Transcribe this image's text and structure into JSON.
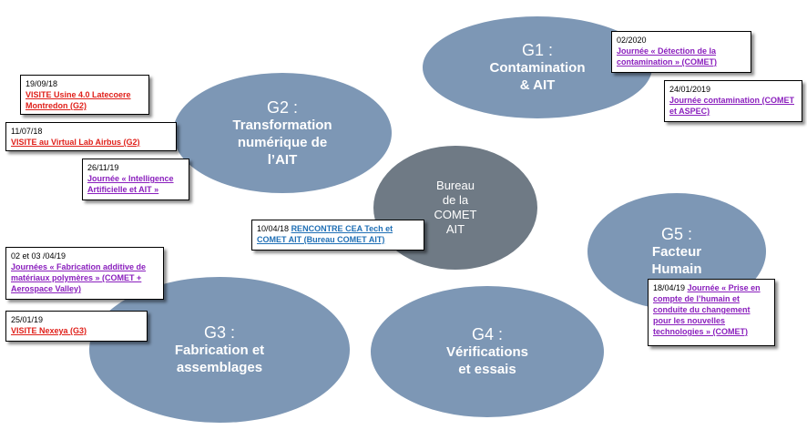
{
  "groups": {
    "g1": {
      "code": "G1 :",
      "title_line1": "Contamination",
      "title_line2": "& AIT"
    },
    "g2": {
      "code": "G2 :",
      "title_line1": "Transformation",
      "title_line2": "numérique de",
      "title_line3": "l’AIT"
    },
    "g3": {
      "code": "G3 :",
      "title_line1": "Fabrication et",
      "title_line2": "assemblages"
    },
    "g4": {
      "code": "G4 :",
      "title_line1": "Vérifications",
      "title_line2": "et essais"
    },
    "g5": {
      "code": "G5 :",
      "title_line1": "Facteur",
      "title_line2": "Humain"
    }
  },
  "bureau": {
    "line1": "Bureau",
    "line2": "de la",
    "line3": "COMET",
    "line4": "AIT"
  },
  "notes": {
    "n1": {
      "date": "19/09/18",
      "text": "VISITE Usine 4.0 Latecoere Montredon (G2)"
    },
    "n2": {
      "date": "11/07/18",
      "text": "VISITE au Virtual Lab Airbus (G2)"
    },
    "n3": {
      "date": "26/11/19",
      "text": "Journée « Intelligence Artificielle et AIT »"
    },
    "n4": {
      "date": "02 et 03 /04/19",
      "text": "Journées « Fabrication additive de matériaux polymères » (COMET + Aerospace Valley)"
    },
    "n5": {
      "date": "25/01/19",
      "text": "VISITE Nexeya (G3)"
    },
    "n6": {
      "date": "10/04/18",
      "text": "RENCONTRE CEA Tech et COMET AIT (Bureau COMET AIT)"
    },
    "n7": {
      "date": "02/2020",
      "text": "Journée « Détection de la contamination » (COMET)"
    },
    "n8": {
      "date": "24/01/2019",
      "text": "Journée contamination (COMET et ASPEC)"
    },
    "n9": {
      "date": "18/04/19",
      "text": "Journée « Prise en compte de l’humain et conduite du changement pour les nouvelles technologies » (COMET)"
    }
  },
  "colors": {
    "ellipse": "#7d97b5",
    "bureau": "#6f7a85",
    "visit_link": "#e0201a",
    "journee_link": "#8a1fbd",
    "rencontre_link": "#1f6fb5"
  }
}
